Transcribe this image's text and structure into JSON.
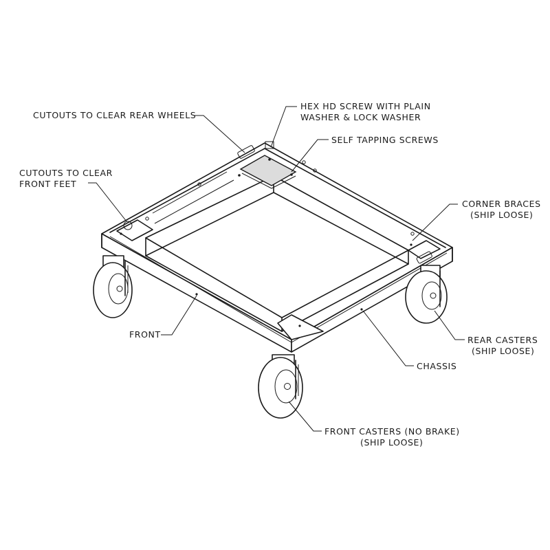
{
  "labels": {
    "cutouts_rear_wheels": "CUTOUTS TO CLEAR REAR WHEELS",
    "hex_screw_line1": "HEX HD SCREW WITH PLAIN",
    "hex_screw_line2": "WASHER & LOCK WASHER",
    "self_tapping": "SELF TAPPING SCREWS",
    "cutouts_front_feet_line1": "CUTOUTS TO CLEAR",
    "cutouts_front_feet_line2": "FRONT FEET",
    "corner_braces_line1": "CORNER BRACES",
    "corner_braces_line2": "(SHIP LOOSE)",
    "front": "FRONT",
    "rear_casters_line1": "REAR CASTERS",
    "rear_casters_line2": "(SHIP LOOSE)",
    "chassis": "CHASSIS",
    "front_casters_line1": "FRONT CASTERS (NO BRAKE)",
    "front_casters_line2": "(SHIP LOOSE)"
  }
}
